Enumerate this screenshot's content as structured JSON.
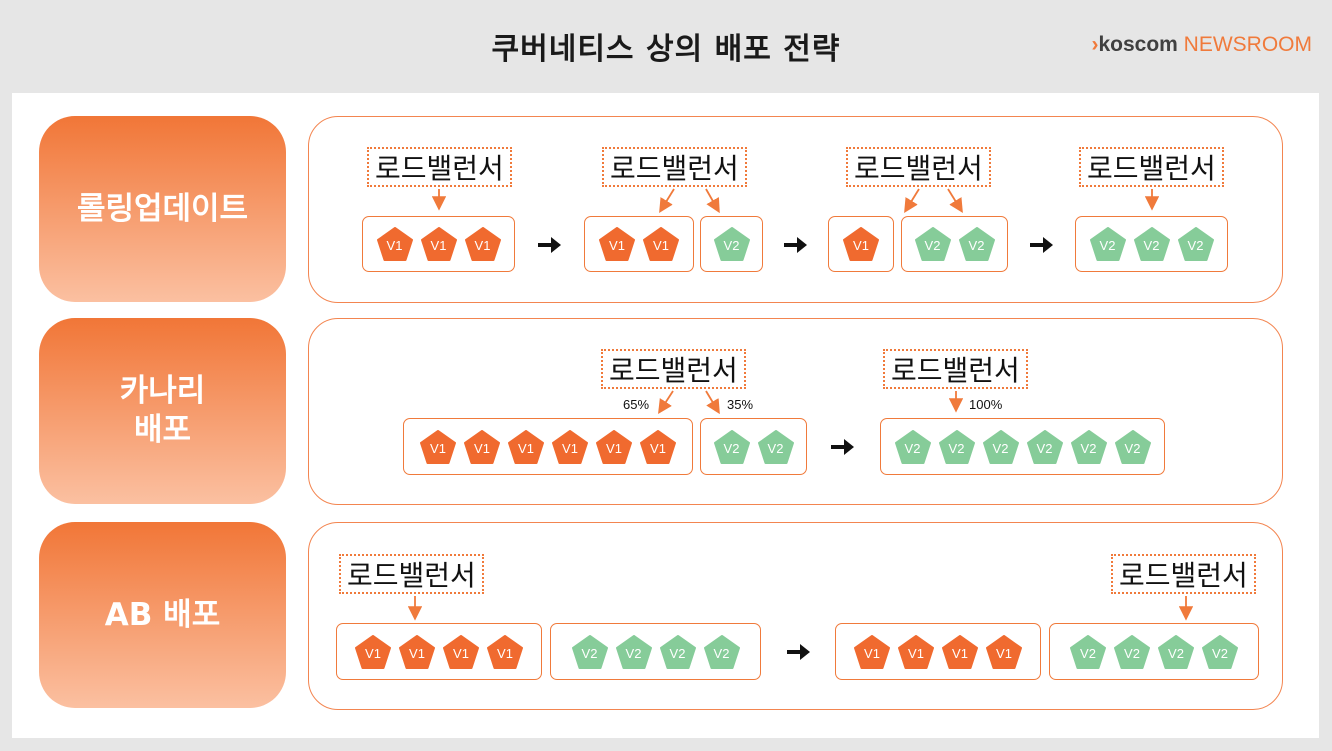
{
  "title": "쿠버네티스 상의 배포 전략",
  "brand": {
    "mark": "›",
    "name": "koscom",
    "suffix": "NEWSROOM"
  },
  "colors": {
    "accent": "#f07a3b",
    "v1": "#f06a2f",
    "v2": "#86cc99"
  },
  "lb_text": "로드밸런서",
  "v1_text": "V1",
  "v2_text": "V2",
  "rows": {
    "rolling": {
      "label": "롤링업데이트"
    },
    "canary": {
      "label": "카나리\n배포",
      "pct_a": "65%",
      "pct_b": "35%",
      "pct_c": "100%"
    },
    "ab": {
      "label": "AB 배포"
    }
  }
}
